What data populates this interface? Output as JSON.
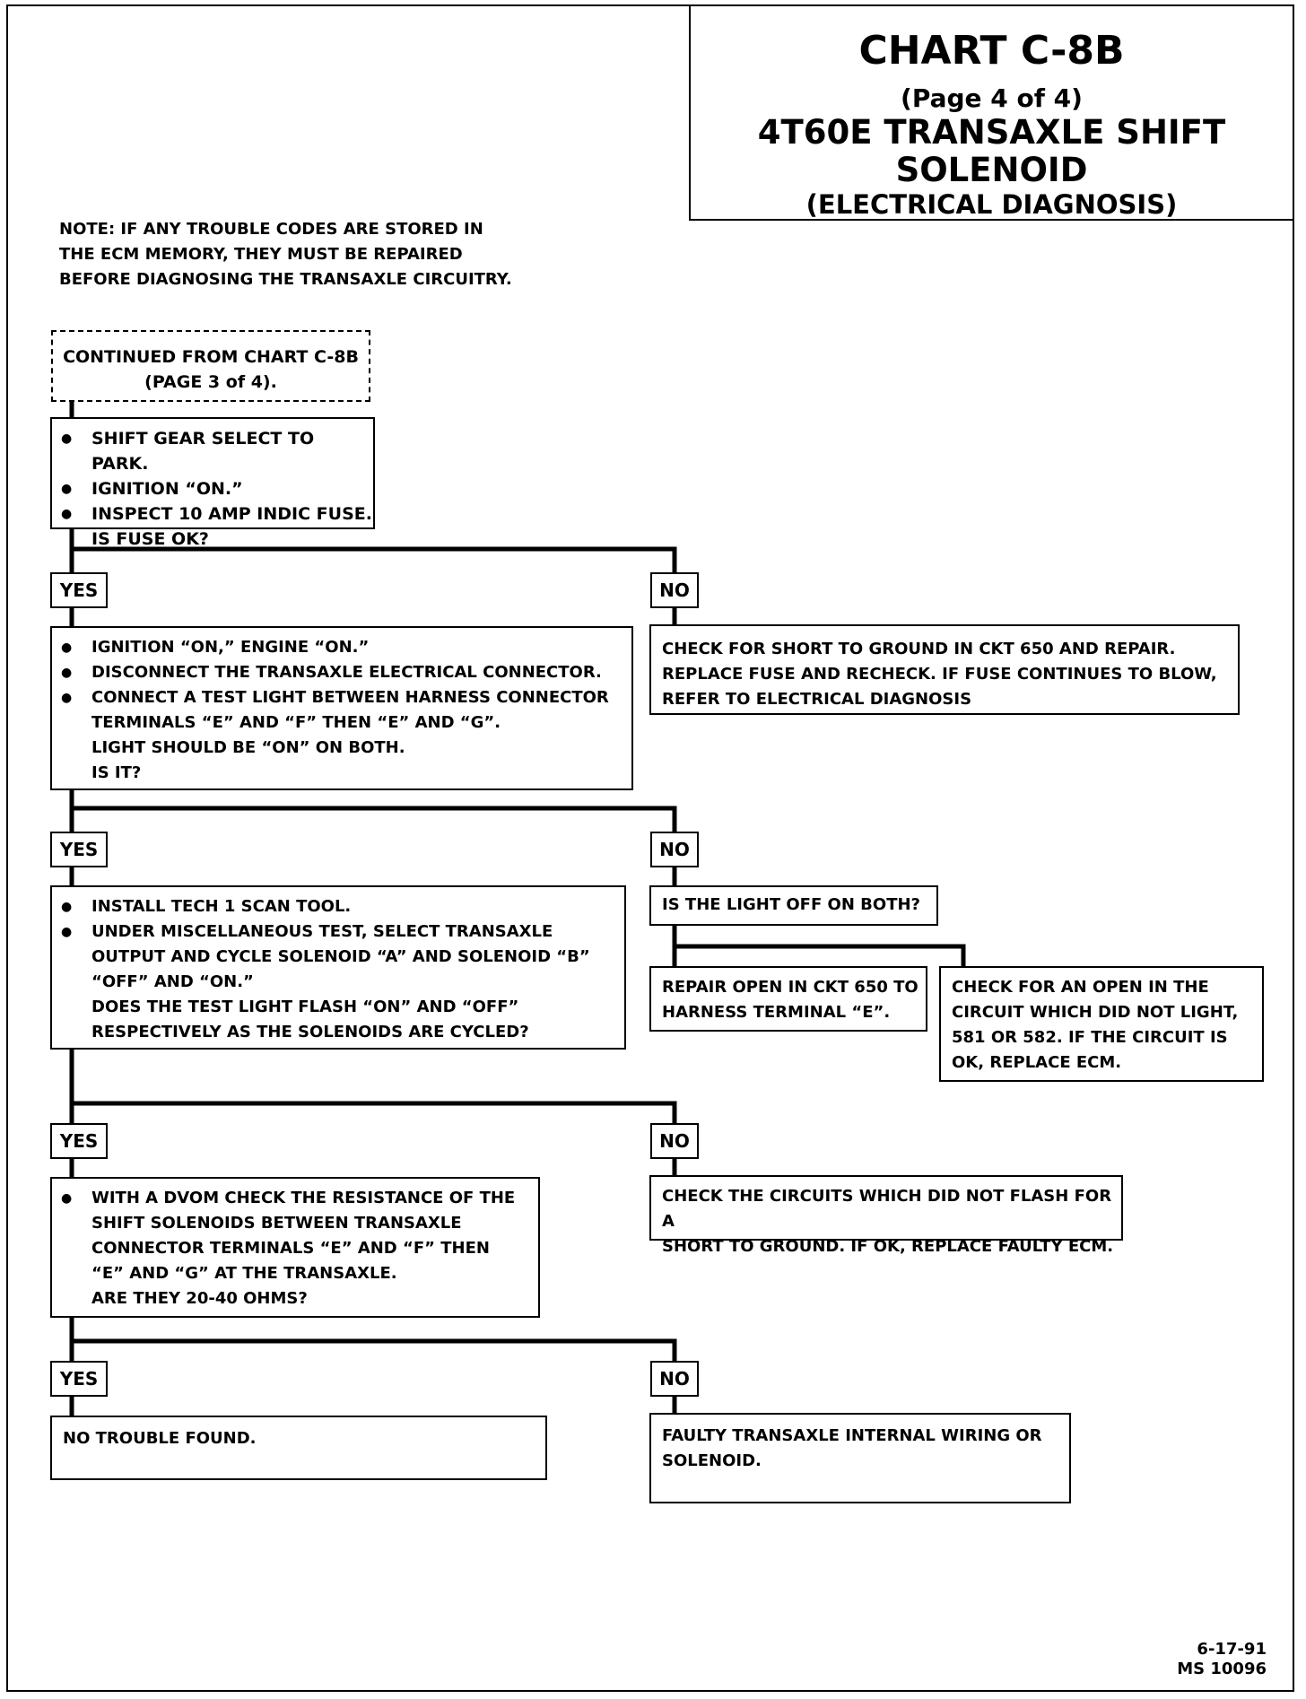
{
  "title": {
    "chart": "CHART C-8B",
    "page": "(Page 4 of 4)",
    "subject": "4T60E TRANSAXLE SHIFT SOLENOID",
    "subtitle": "(ELECTRICAL DIAGNOSIS)"
  },
  "note": [
    "NOTE:  IF ANY TROUBLE CODES ARE STORED IN",
    "THE ECM MEMORY, THEY MUST BE REPAIRED",
    "BEFORE DIAGNOSING THE TRANSAXLE CIRCUITRY."
  ],
  "start": [
    "CONTINUED FROM CHART C-8B",
    "(PAGE 3 of 4)."
  ],
  "labels": {
    "yes": "YES",
    "no": "NO"
  },
  "step1": {
    "bullets": [
      "SHIFT GEAR SELECT TO PARK.",
      "IGNITION “ON.”",
      "INSPECT 10 AMP INDIC FUSE."
    ],
    "question": "IS FUSE OK?"
  },
  "step1_no": [
    "CHECK FOR SHORT TO GROUND IN CKT 650 AND REPAIR.",
    "REPLACE FUSE AND RECHECK. IF FUSE CONTINUES TO BLOW,",
    "REFER TO ELECTRICAL DIAGNOSIS"
  ],
  "step2": {
    "bullets": [
      "IGNITION “ON,” ENGINE “ON.”",
      "DISCONNECT THE TRANSAXLE ELECTRICAL CONNECTOR.",
      "CONNECT A TEST LIGHT BETWEEN HARNESS CONNECTOR"
    ],
    "cont": [
      "TERMINALS “E” AND “F” THEN “E” AND “G”.",
      "LIGHT SHOULD BE “ON” ON BOTH.",
      "IS IT?"
    ]
  },
  "step2_no": "IS THE LIGHT OFF ON BOTH?",
  "step2_no_left": [
    "REPAIR OPEN IN CKT 650 TO",
    "HARNESS TERMINAL “E”."
  ],
  "step2_no_right": [
    "CHECK FOR AN OPEN IN THE",
    "CIRCUIT WHICH DID NOT LIGHT,",
    "581 OR 582.  IF THE CIRCUIT IS",
    "OK, REPLACE ECM."
  ],
  "step3": {
    "bullets": [
      "INSTALL TECH 1 SCAN TOOL.",
      "UNDER MISCELLANEOUS TEST, SELECT TRANSAXLE"
    ],
    "cont": [
      "OUTPUT AND CYCLE SOLENOID “A” AND SOLENOID “B”",
      "“OFF” AND “ON.”",
      "DOES THE TEST LIGHT FLASH “ON” AND “OFF”",
      "RESPECTIVELY AS THE SOLENOIDS ARE CYCLED?"
    ]
  },
  "step3_no": [
    "CHECK THE CIRCUITS WHICH DID NOT FLASH FOR A",
    "SHORT TO GROUND.  IF OK, REPLACE FAULTY ECM."
  ],
  "step4": {
    "bullets": [
      "WITH A DVOM CHECK THE RESISTANCE OF THE"
    ],
    "cont": [
      "SHIFT SOLENOIDS BETWEEN TRANSAXLE",
      "CONNECTOR TERMINALS “E” AND “F” THEN",
      "“E” AND “G” AT THE TRANSAXLE.",
      "ARE THEY 20-40 OHMS?"
    ]
  },
  "step4_yes": "NO TROUBLE FOUND.",
  "step4_no": [
    "FAULTY TRANSAXLE INTERNAL WIRING OR",
    "SOLENOID."
  ],
  "footer": {
    "date": "6-17-91",
    "code": "MS 10096"
  }
}
